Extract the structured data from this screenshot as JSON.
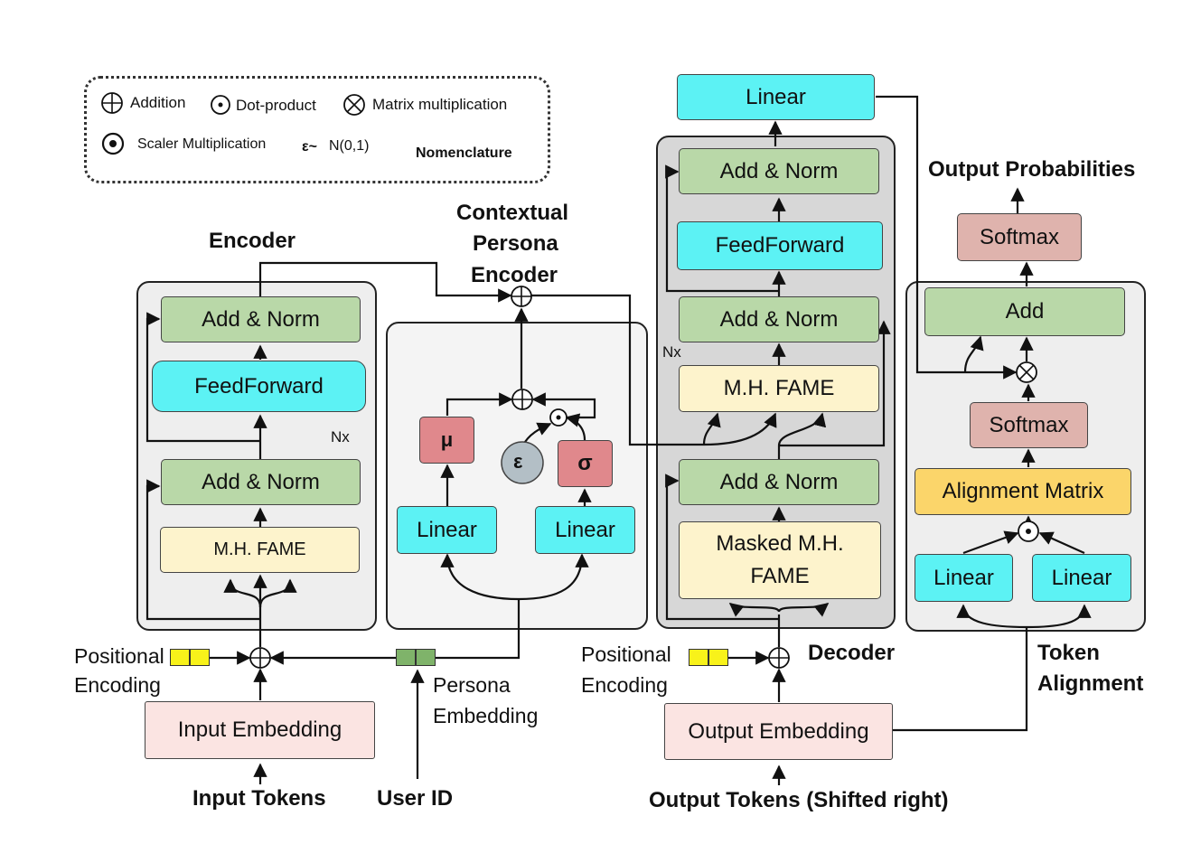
{
  "legend": {
    "addition": "Addition",
    "dot_product": "Dot-product",
    "matmul": "Matrix multiplication",
    "scalar": "Scaler Multiplication",
    "noise": "ε~",
    "noise_dist": "N(0,1)",
    "title": "Nomenclature"
  },
  "encoder": {
    "title": "Encoder",
    "add_norm_top": "Add & Norm",
    "feedforward": "FeedForward",
    "add_norm_bottom": "Add & Norm",
    "fame": "M.H. FAME",
    "nx": "Nx",
    "positional_1": "Positional",
    "positional_2": "Encoding",
    "input_embedding": "Input Embedding",
    "input_tokens": "Input Tokens"
  },
  "persona": {
    "title_1": "Contextual",
    "title_2": "Persona",
    "title_3": "Encoder",
    "mu": "μ",
    "sigma": "σ",
    "eps": "ε",
    "linear_left": "Linear",
    "linear_right": "Linear",
    "embedding_1": "Persona",
    "embedding_2": "Embedding",
    "user_id": "User ID"
  },
  "decoder": {
    "linear_top": "Linear",
    "add_norm_top": "Add & Norm",
    "feedforward": "FeedForward",
    "add_norm_mid": "Add & Norm",
    "nx": "Nx",
    "fame": "M.H. FAME",
    "add_norm_bottom": "Add & Norm",
    "masked_fame_1": "Masked M.H.",
    "masked_fame_2": "FAME",
    "title": "Decoder",
    "positional_1": "Positional",
    "positional_2": "Encoding",
    "output_embedding": "Output Embedding",
    "output_tokens": "Output Tokens (Shifted right)"
  },
  "alignment": {
    "output_probabilities": "Output Probabilities",
    "softmax_top": "Softmax",
    "add": "Add",
    "softmax": "Softmax",
    "alignment_matrix": "Alignment Matrix",
    "linear_left": "Linear",
    "linear_right": "Linear",
    "title_1": "Token",
    "title_2": "Alignment"
  },
  "colors": {
    "add_norm": "#b9d8a8",
    "feedforward": "#5cf2f4",
    "fame": "#fdf3cc",
    "embedding": "#fbe4e2",
    "softmax": "#dfb3ad",
    "mu_sigma": "#e0888c",
    "alignment_matrix": "#fbd56a",
    "positional": "#f8f21a",
    "persona_emb": "#7fb36a"
  }
}
